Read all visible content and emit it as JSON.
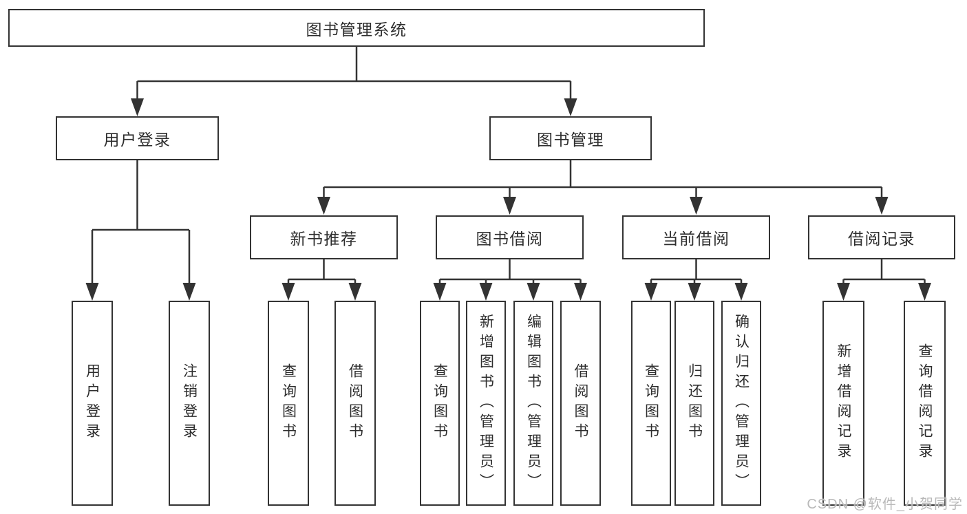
{
  "diagram": {
    "root": {
      "label": "图书管理系统"
    },
    "level1": [
      {
        "label": "用户登录"
      },
      {
        "label": "图书管理"
      }
    ],
    "level2": [
      {
        "label": "新书推荐"
      },
      {
        "label": "图书借阅"
      },
      {
        "label": "当前借阅"
      },
      {
        "label": "借阅记录"
      }
    ],
    "leaves": [
      {
        "label": "用户登录",
        "parent": "用户登录"
      },
      {
        "label": "注销登录",
        "parent": "用户登录"
      },
      {
        "label": "查询图书",
        "parent": "新书推荐"
      },
      {
        "label": "借阅图书",
        "parent": "新书推荐"
      },
      {
        "label": "查询图书",
        "parent": "图书借阅"
      },
      {
        "label": "新增图书（管理员）",
        "parent": "图书借阅"
      },
      {
        "label": "编辑图书（管理员）",
        "parent": "图书借阅"
      },
      {
        "label": "借阅图书",
        "parent": "图书借阅"
      },
      {
        "label": "查询图书",
        "parent": "当前借阅"
      },
      {
        "label": "归还图书",
        "parent": "当前借阅"
      },
      {
        "label": "确认归还（管理员）",
        "parent": "当前借阅"
      },
      {
        "label": "新增借阅记录",
        "parent": "借阅记录"
      },
      {
        "label": "查询借阅记录",
        "parent": "借阅记录"
      }
    ]
  },
  "watermark": {
    "text": "CSDN @软件_小贺同学"
  },
  "colors": {
    "line": "#333333",
    "box_border": "#333333",
    "text": "#2d2d2d",
    "watermark": "#b9b9b9",
    "background": "#ffffff"
  }
}
